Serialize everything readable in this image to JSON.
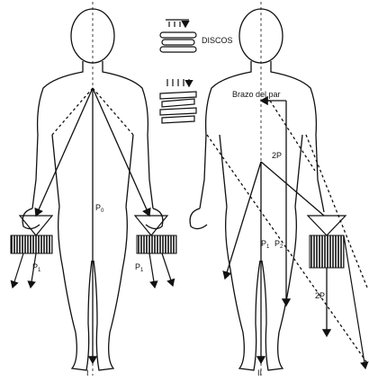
{
  "labels": {
    "disc_label": "DISCOS",
    "left_weight_force_left": "P",
    "left_weight_force_left_sub": "1",
    "left_center_force": "P",
    "left_center_force_sub": "0",
    "left_weight_force_right": "P",
    "left_weight_force_right_sub": "1",
    "right_lever_arm": "Brazo del par",
    "right_double_force_upper": "2P",
    "right_center_force_a": "P",
    "right_center_force_a_sub": "1",
    "right_center_force_b": "P",
    "right_center_force_b_sub": "2",
    "right_double_force_lower": "2P",
    "figure_left_num": "I",
    "figure_right_num": "II"
  },
  "icons": {
    "spinal_disc": "spinal-disc-icon",
    "weight_block": "barbell-weight-icon"
  },
  "colors": {
    "ink": "#111111",
    "background": "#ffffff"
  }
}
